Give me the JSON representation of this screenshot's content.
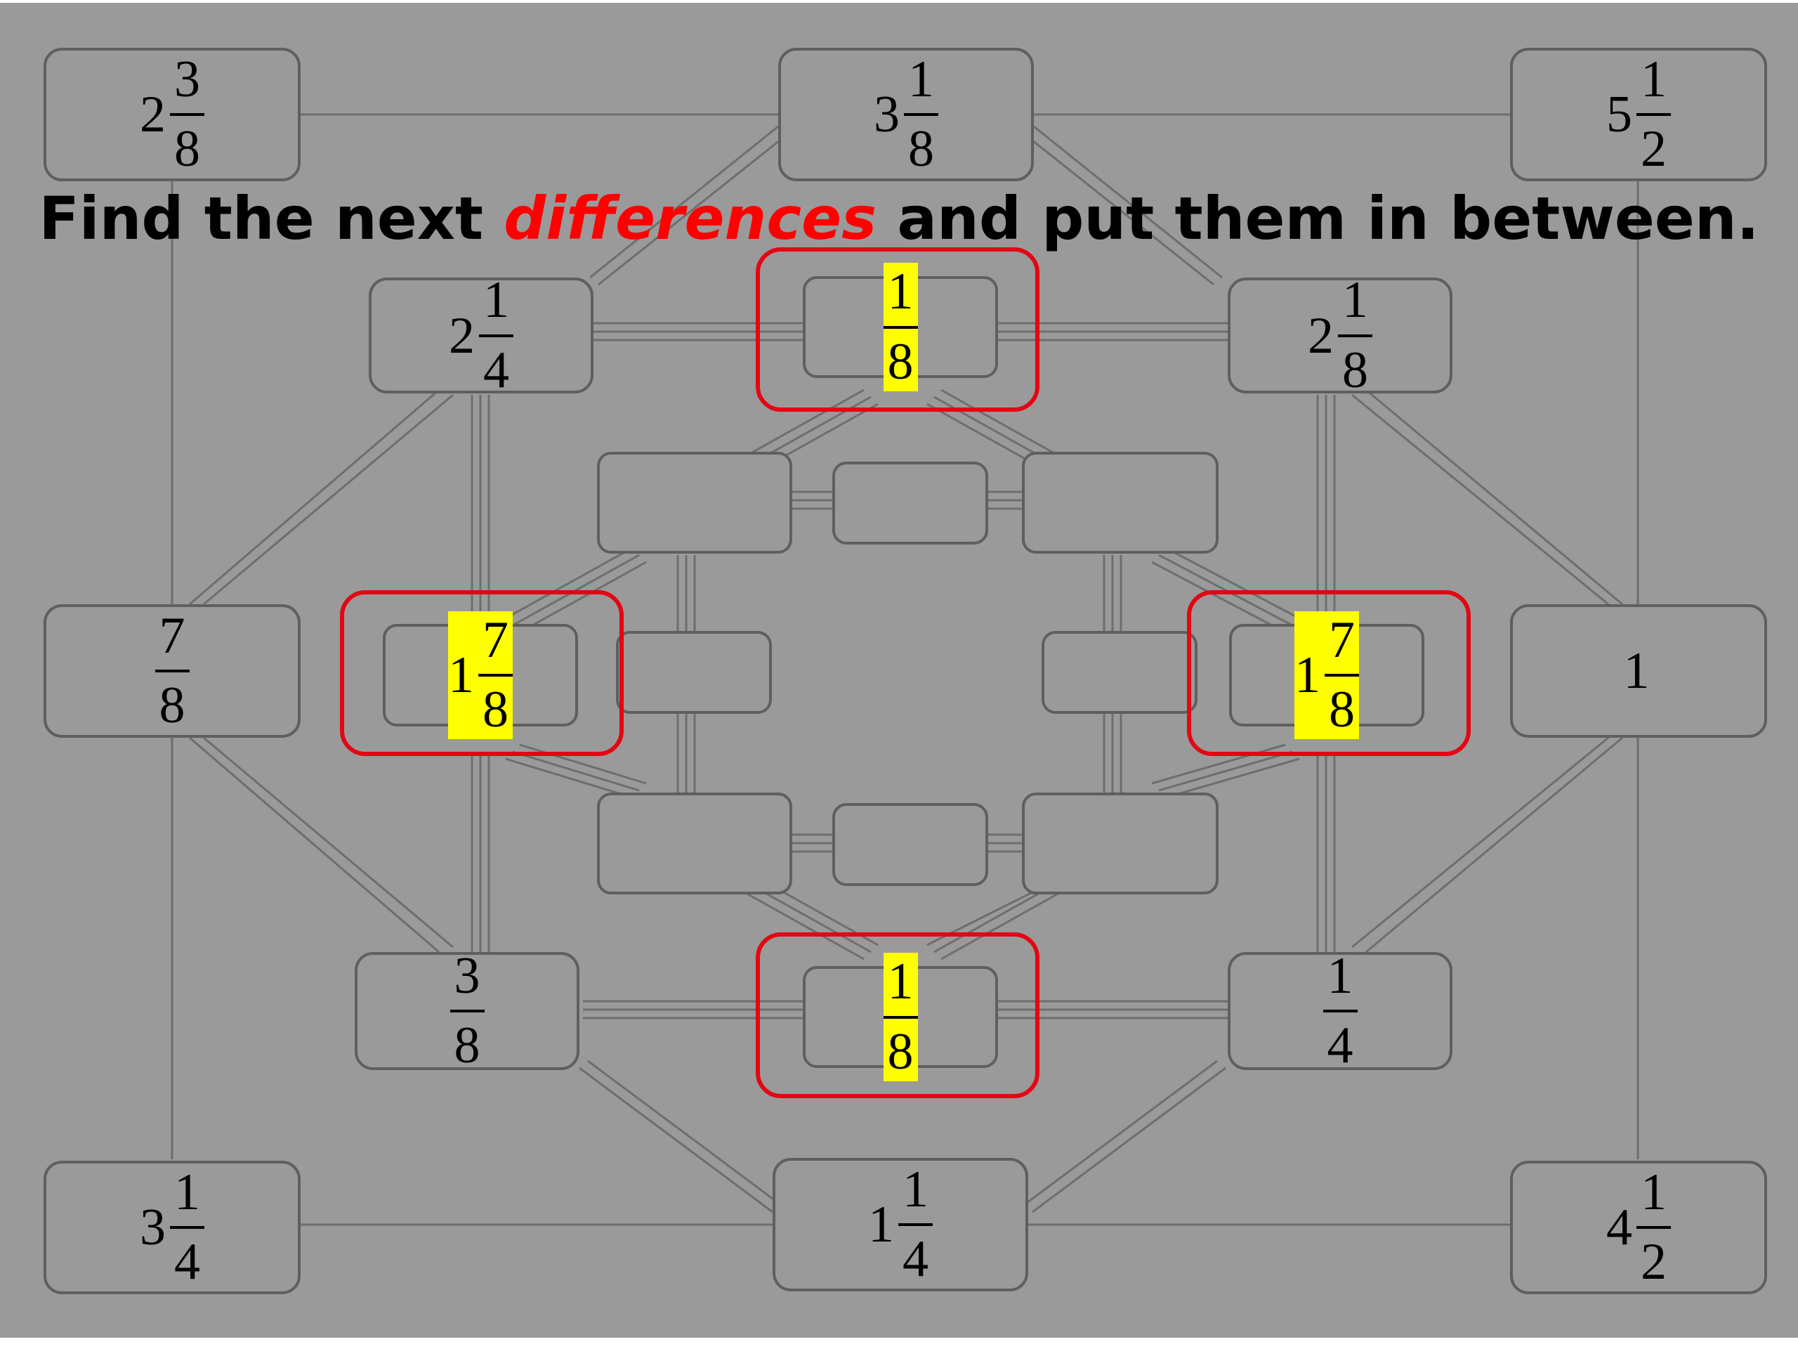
{
  "title": {
    "before": "Find the next ",
    "emphasis": "differences",
    "after": " and put them in between."
  },
  "colors": {
    "background": "#9a9a9a",
    "box_border": "#5f5f5f",
    "highlight_border": "#e30613",
    "highlight_fill": "#ffff00",
    "emphasis": "#ff0000"
  },
  "outer_ring": {
    "top_left": {
      "whole": "2",
      "num": "3",
      "den": "8"
    },
    "top_center": {
      "whole": "3",
      "num": "1",
      "den": "8"
    },
    "top_right": {
      "whole": "5",
      "num": "1",
      "den": "2"
    },
    "mid_left": {
      "whole": "",
      "num": "7",
      "den": "8"
    },
    "mid_right": {
      "value": "1"
    },
    "bottom_left": {
      "whole": "3",
      "num": "1",
      "den": "4"
    },
    "bottom_center": {
      "whole": "1",
      "num": "1",
      "den": "4"
    },
    "bottom_right": {
      "whole": "4",
      "num": "1",
      "den": "2"
    }
  },
  "second_ring": {
    "top_left": {
      "whole": "2",
      "num": "1",
      "den": "4"
    },
    "top_right": {
      "whole": "2",
      "num": "1",
      "den": "8"
    },
    "bottom_left": {
      "whole": "",
      "num": "3",
      "den": "8"
    },
    "bottom_right": {
      "whole": "",
      "num": "1",
      "den": "4"
    }
  },
  "highlighted_differences": {
    "top": {
      "whole": "",
      "num": "1",
      "den": "8"
    },
    "left": {
      "whole": "1",
      "num": "7",
      "den": "8"
    },
    "right": {
      "whole": "1",
      "num": "7",
      "den": "8"
    },
    "bottom": {
      "whole": "",
      "num": "1",
      "den": "8"
    }
  }
}
